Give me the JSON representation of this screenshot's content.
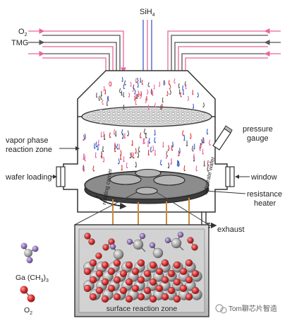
{
  "labels": {
    "silane": "SiH",
    "silane_sub": "4",
    "oxygen_top": "O",
    "oxygen_top_sub": "2",
    "tmg": "TMG",
    "vapor_zone_line1": "vapor phase",
    "vapor_zone_line2": "reaction zone",
    "pressure_line1": "pressure",
    "pressure_line2": "gauge",
    "wafer_loading": "wafer loading",
    "window": "window",
    "resistance_line1": "resistance",
    "resistance_line2": "heater",
    "exhaust": "exhaust",
    "rotating_carrier": "rotating carrier",
    "substrate_wafer": "substrate wafer",
    "surface_zone": "surface reaction zone",
    "legend_ga": "Ga (CH",
    "legend_ga_sub": "3",
    "legend_ga_end": ")",
    "legend_ga_sub2": "3",
    "legend_o2": "O",
    "legend_o2_sub": "2",
    "watermark": "Tom聊芯片智造"
  },
  "colors": {
    "o2_line": "#e8669a",
    "silane_line": "#3a5cc7",
    "tmg_line": "#555555",
    "ga_atom": "#9b7fb8",
    "o_atom": "#d23a3a",
    "metal_atom": "#a9a9a9",
    "outline": "#333333"
  }
}
